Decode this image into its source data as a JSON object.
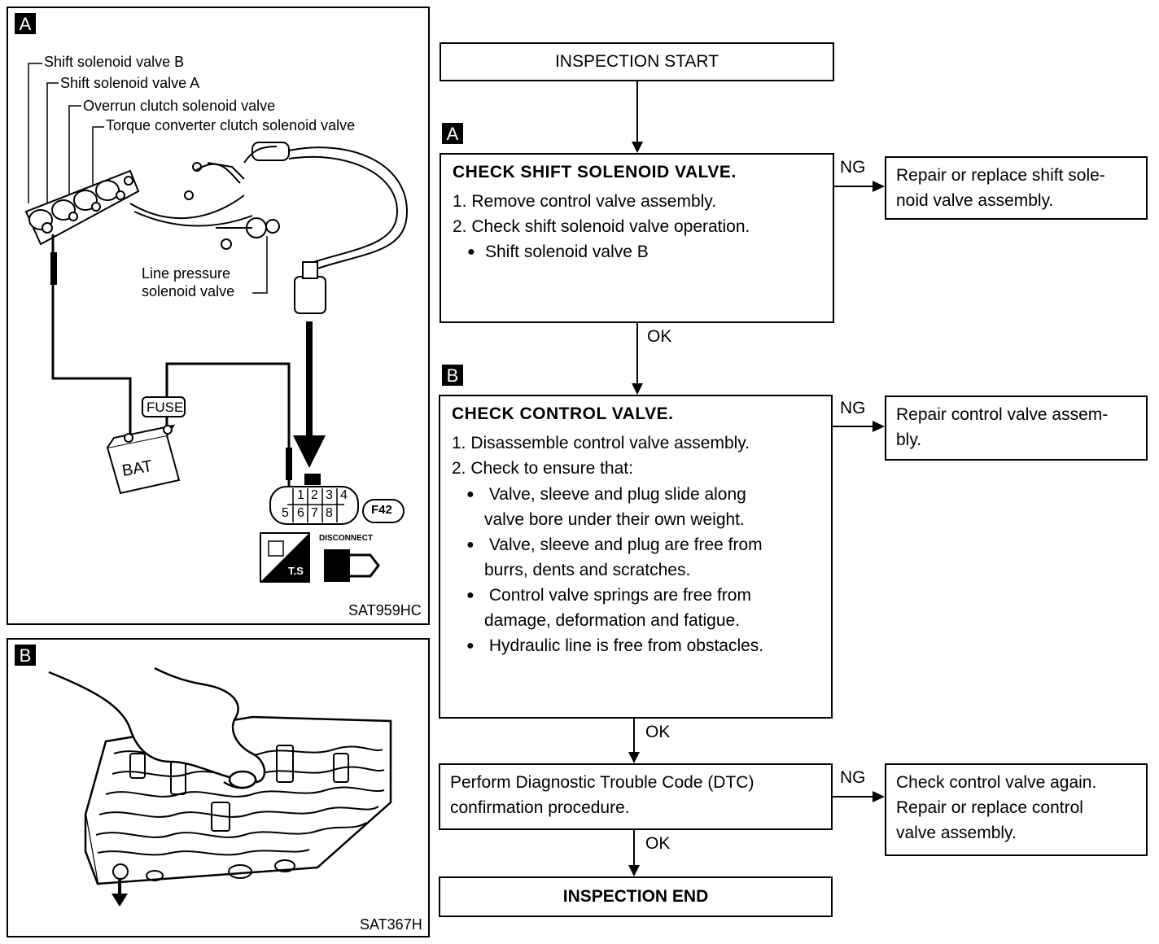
{
  "figure_a": {
    "tag": "A",
    "labels": {
      "shift_b": "Shift solenoid valve B",
      "shift_a": "Shift solenoid valve A",
      "overrun": "Overrun clutch solenoid valve",
      "torque": "Torque converter clutch solenoid valve",
      "line_pressure_1": "Line pressure",
      "line_pressure_2": "solenoid valve",
      "fuse": "FUSE",
      "bat": "BAT",
      "connector_id": "F42",
      "disconnect": "DISCONNECT",
      "ts": "T.S",
      "pins_top": [
        "1",
        "2",
        "3",
        "4"
      ],
      "pins_bottom": [
        "5",
        "6",
        "7",
        "8"
      ]
    },
    "code": "SAT959HC"
  },
  "figure_b": {
    "tag": "B",
    "code": "SAT367H"
  },
  "flow": {
    "start": "INSPECTION START",
    "step_a": {
      "tag": "A",
      "title": "CHECK SHIFT SOLENOID VALVE.",
      "lines": [
        "1. Remove control valve assembly.",
        "2. Check shift solenoid valve operation."
      ],
      "bullets": [
        "Shift solenoid valve B"
      ],
      "ng_label": "NG",
      "ng_action": "Repair or replace shift sole-noid valve assembly.",
      "ng_action_lines": [
        "Repair or replace shift sole-",
        "noid valve assembly."
      ],
      "ok_label": "OK"
    },
    "step_b": {
      "tag": "B",
      "title": "CHECK CONTROL VALVE.",
      "lines": [
        "1. Disassemble control valve assembly.",
        "2. Check to ensure that:"
      ],
      "bullets": [
        [
          "Valve, sleeve and plug slide along",
          "valve bore under their own weight."
        ],
        [
          "Valve, sleeve and plug are free from",
          "burrs, dents and scratches."
        ],
        [
          "Control valve springs are free from",
          "damage, deformation and fatigue."
        ],
        [
          "Hydraulic line is free from obstacles."
        ]
      ],
      "ng_label": "NG",
      "ng_action_lines": [
        "Repair control valve assem-",
        "bly."
      ],
      "ok_label": "OK"
    },
    "step_c": {
      "lines": [
        "Perform Diagnostic Trouble Code (DTC)",
        "confirmation procedure."
      ],
      "ng_label": "NG",
      "ng_action_lines": [
        "Check control valve again.",
        "Repair or replace control",
        "valve assembly."
      ],
      "ok_label": "OK"
    },
    "end": "INSPECTION END"
  }
}
